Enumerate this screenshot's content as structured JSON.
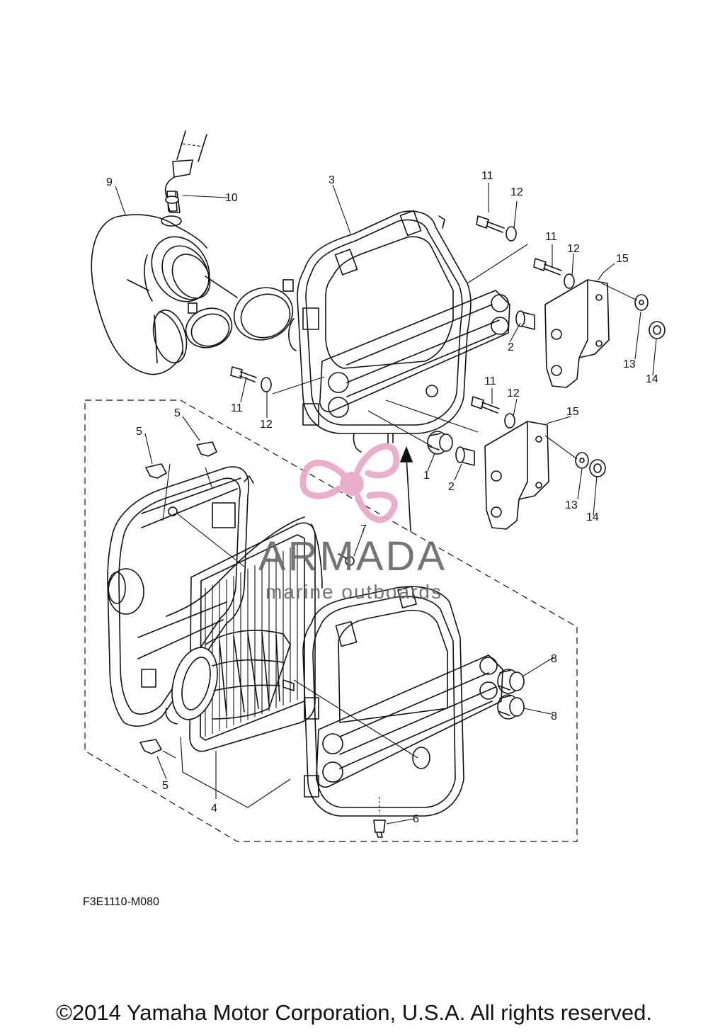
{
  "callouts": {
    "c1": "1",
    "c2a": "2",
    "c2b": "2",
    "c3": "3",
    "c4": "4",
    "c5a": "5",
    "c5b": "5",
    "c5c": "5",
    "c6": "6",
    "c7": "7",
    "c8a": "8",
    "c8b": "8",
    "c9": "9",
    "c10": "10",
    "c11a": "11",
    "c11b": "11",
    "c11c": "11",
    "c11d": "11",
    "c12a": "12",
    "c12b": "12",
    "c12c": "12",
    "c12d": "12",
    "c13a": "13",
    "c13b": "13",
    "c14a": "14",
    "c14b": "14",
    "c15a": "15",
    "c15b": "15"
  },
  "watermark": {
    "brand": "ARMADA",
    "tagline": "marine outboards",
    "logo_icon": "propeller-logo-icon",
    "logo_color": "#e9a7c9"
  },
  "diagram_code": "F3E1110-M080",
  "copyright": "©2014 Yamaha Motor Corporation, U.S.A. All rights reserved."
}
